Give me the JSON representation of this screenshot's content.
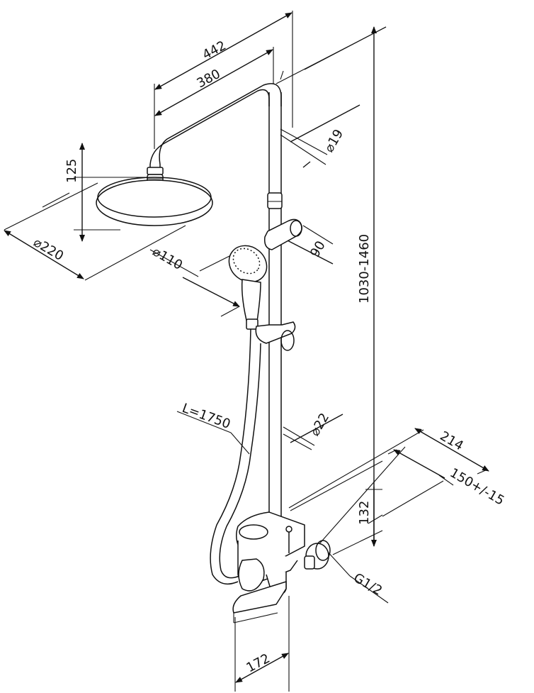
{
  "drawing": {
    "dimensions": {
      "d442": "442",
      "d380": "380",
      "d125": "125",
      "d_220": "⌀220",
      "d_110": "⌀110",
      "d_19": "⌀19",
      "d90": "90",
      "d1030": "1030-1460",
      "hose": "L=1750",
      "d_22": "⌀22",
      "d214": "214",
      "d150": "150+/-15",
      "d132": "132",
      "thread": "G1/2",
      "d172": "172"
    }
  }
}
